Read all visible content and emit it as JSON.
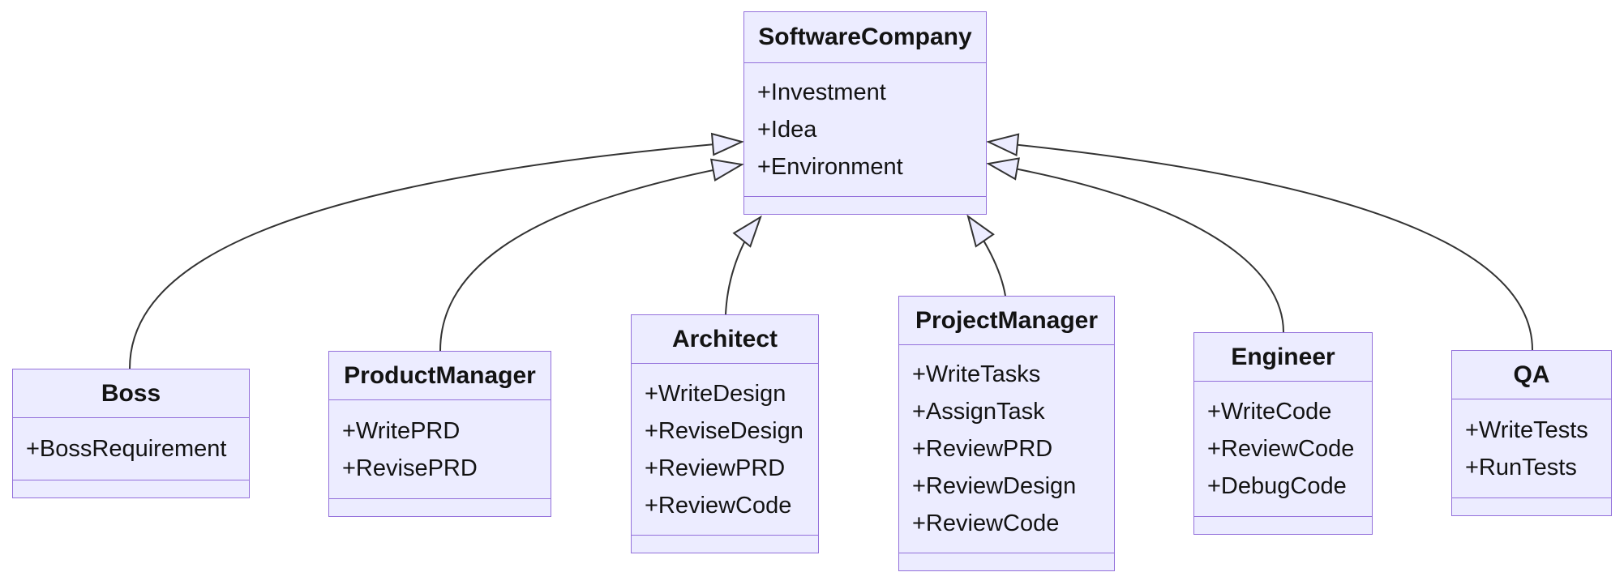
{
  "diagram": {
    "kind": "uml-class-diagram",
    "classes": [
      {
        "id": "softwarecompany",
        "name": "SoftwareCompany",
        "members": [
          "+Investment",
          "+Idea",
          "+Environment"
        ]
      },
      {
        "id": "boss",
        "name": "Boss",
        "members": [
          "+BossRequirement"
        ]
      },
      {
        "id": "productmanager",
        "name": "ProductManager",
        "members": [
          "+WritePRD",
          "+RevisePRD"
        ]
      },
      {
        "id": "architect",
        "name": "Architect",
        "members": [
          "+WriteDesign",
          "+ReviseDesign",
          "+ReviewPRD",
          "+ReviewCode"
        ]
      },
      {
        "id": "projectmanager",
        "name": "ProjectManager",
        "members": [
          "+WriteTasks",
          "+AssignTask",
          "+ReviewPRD",
          "+ReviewDesign",
          "+ReviewCode"
        ]
      },
      {
        "id": "engineer",
        "name": "Engineer",
        "members": [
          "+WriteCode",
          "+ReviewCode",
          "+DebugCode"
        ]
      },
      {
        "id": "qa",
        "name": "QA",
        "members": [
          "+WriteTests",
          "+RunTests"
        ]
      }
    ],
    "relations": [
      {
        "from": "Boss",
        "to": "SoftwareCompany",
        "type": "inheritance"
      },
      {
        "from": "ProductManager",
        "to": "SoftwareCompany",
        "type": "inheritance"
      },
      {
        "from": "Architect",
        "to": "SoftwareCompany",
        "type": "inheritance"
      },
      {
        "from": "ProjectManager",
        "to": "SoftwareCompany",
        "type": "inheritance"
      },
      {
        "from": "Engineer",
        "to": "SoftwareCompany",
        "type": "inheritance"
      },
      {
        "from": "QA",
        "to": "SoftwareCompany",
        "type": "inheritance"
      }
    ],
    "colors": {
      "node_fill": "#ECECFF",
      "node_border": "#9370DB",
      "edge_stroke": "#333333",
      "text": "#131313",
      "background": "#ffffff"
    }
  }
}
